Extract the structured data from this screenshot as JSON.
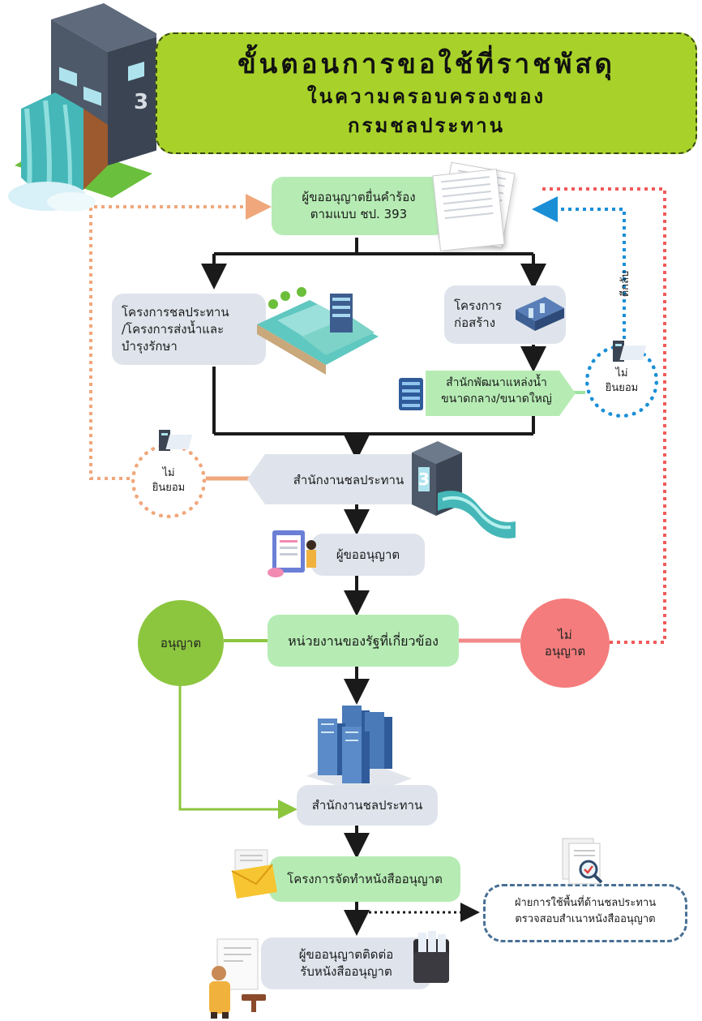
{
  "title": {
    "line1": "ขั้นตอนการขอใช้ที่ราชพัสดุ",
    "line2": "ในความครอบครองของ",
    "line3": "กรมชลประทาน"
  },
  "steps": {
    "submit": "ผู้ขออนุญาตยื่นคำร้อง\nตามแบบ ชป. 393",
    "irrigation_project": "โครงการชลประทาน\n/โครงการส่งน้ำและ\nบำรุงรักษา",
    "construction_project": "โครงการ\nก่อสร้าง",
    "water_dev_office": "สำนักพัฒนาแหล่งน้ำ\nขนาดกลาง/ขนาดใหญ่",
    "irrigation_office_1": "สำนักงานชลประทาน",
    "applicant": "ผู้ขออนุญาต",
    "agency": "หน่วยงานของรัฐที่เกี่ยวข้อง",
    "irrigation_office_2": "สำนักงานชลประทาน",
    "prepare_license": "โครงการจัดทำหนังสืออนุญาต",
    "review": "ฝ่ายการใช้พื้นที่ด้านชลประทาน\nตรวจสอบสำเนาหนังสืออนุญาต",
    "receive": "ผู้ขออนุญาตติดต่อ\nรับหนังสืออนุญาต"
  },
  "decisions": {
    "not_consent_right": "ไม่\nยินยอม",
    "not_consent_left": "ไม่\nยินยอม",
    "approved": "อนุญาต",
    "not_approved": "ไม่\nอนุญาต",
    "return_label": "ตีกลับ"
  },
  "colors": {
    "title_bg": "#a8d22a",
    "step_green": "#b6ecb4",
    "step_gray": "#dfe4ec",
    "approved": "#8cc63f",
    "not_approved": "#f47c7c",
    "return_blue": "#1a8fd6",
    "reject_red": "#f05a5a",
    "reject_orange": "#f0a77c"
  }
}
